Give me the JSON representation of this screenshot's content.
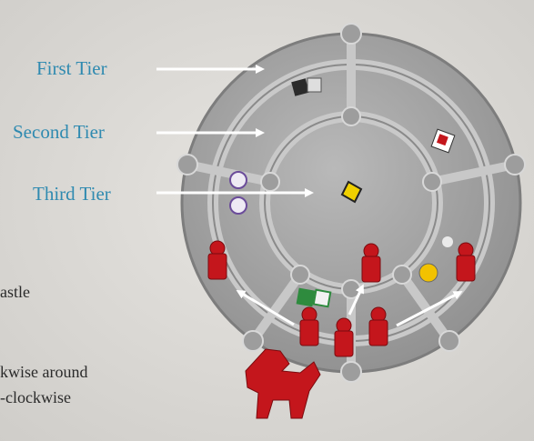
{
  "tier_labels": {
    "first": "First Tier",
    "second": "Second Tier",
    "third": "Third Tier"
  },
  "body_text": {
    "line1": "astle",
    "line2": "kwise around",
    "line3": "-clockwise"
  },
  "colors": {
    "label_blue": "#2f8ab0",
    "arrow": "#ffffff",
    "board_stone": "#9e9e9e",
    "meeple_red": "#c4161c",
    "background": "#dcdad6"
  },
  "icons": {
    "board": "castle-board",
    "pieces": [
      "red-meeple",
      "red-horse-knight",
      "token-tile"
    ]
  }
}
